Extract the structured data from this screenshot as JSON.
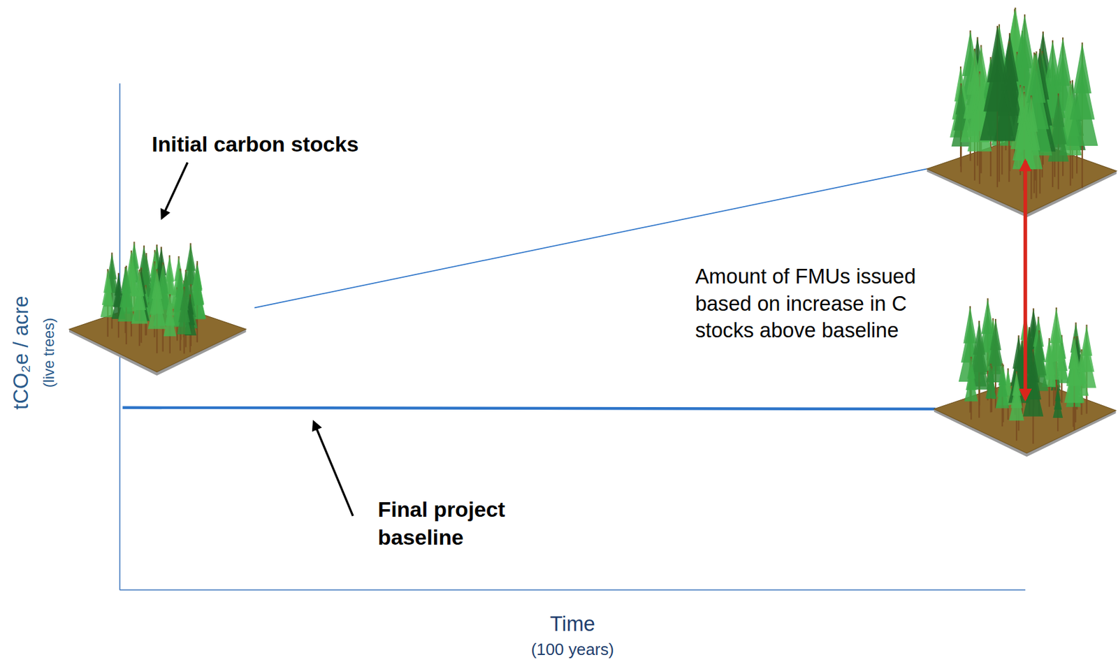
{
  "diagram": {
    "labels": [
      "Initial carbon stocks",
      "tCO₂e / acre",
      "(live trees)",
      "Amount of FMUs issued based on increase in C stocks above baseline",
      "Final project baseline",
      "Time",
      "(100 years)"
    ]
  }
}
